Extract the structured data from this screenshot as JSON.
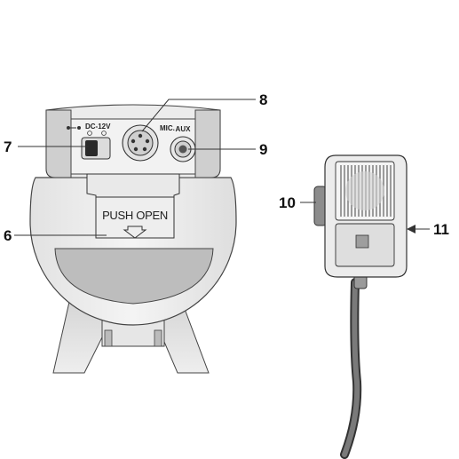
{
  "callouts": {
    "c6": "6",
    "c7": "7",
    "c8": "8",
    "c9": "9",
    "c10": "10",
    "c11": "11"
  },
  "jack_labels": {
    "dc": "DC-12V",
    "mic": "MIC.",
    "aux": "AUX"
  },
  "panel_label": "PUSH OPEN"
}
